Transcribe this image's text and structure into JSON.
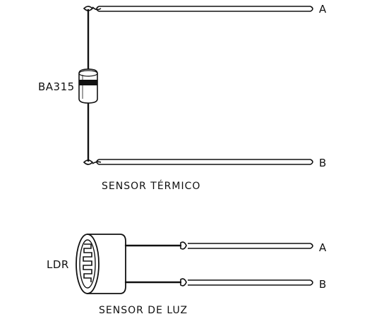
{
  "thermal_sensor": {
    "component_label": "BA315",
    "terminal_a": "A",
    "terminal_b": "B",
    "caption": "SENSOR TÉRMICO"
  },
  "light_sensor": {
    "component_label": "LDR",
    "terminal_a": "A",
    "terminal_b": "B",
    "caption": "SENSOR DE LUZ"
  }
}
